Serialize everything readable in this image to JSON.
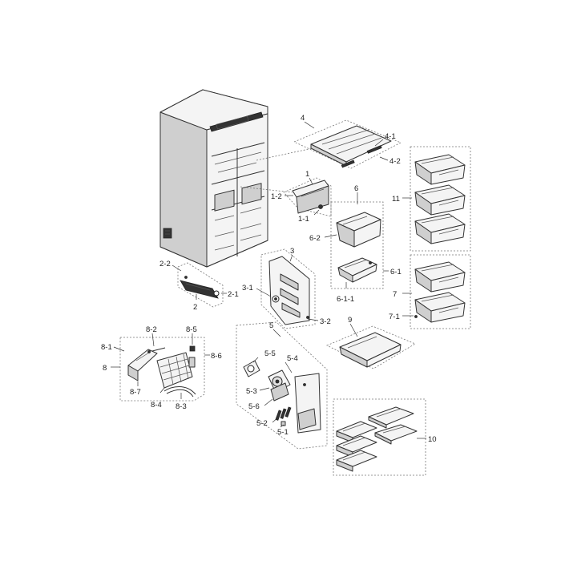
{
  "labels": {
    "p1": "1",
    "p1_1": "1-1",
    "p1_2": "1-2",
    "p2": "2",
    "p2_1": "2-1",
    "p2_2": "2-2",
    "p3": "3",
    "p3_1": "3-1",
    "p3_2": "3-2",
    "p4": "4",
    "p4_1": "4-1",
    "p4_2": "4-2",
    "p5": "5",
    "p5_1": "5-1",
    "p5_2": "5-2",
    "p5_3": "5-3",
    "p5_4": "5-4",
    "p5_5": "5-5",
    "p5_6": "5-6",
    "p6": "6",
    "p6_1": "6-1",
    "p6_1_1": "6-1-1",
    "p6_2": "6-2",
    "p7": "7",
    "p7_1": "7-1",
    "p8": "8",
    "p8_1": "8-1",
    "p8_2": "8-2",
    "p8_3": "8-3",
    "p8_4": "8-4",
    "p8_5": "8-5",
    "p8_6": "8-6",
    "p8_7": "8-7",
    "p9": "9",
    "p10": "10",
    "p11": "11"
  }
}
